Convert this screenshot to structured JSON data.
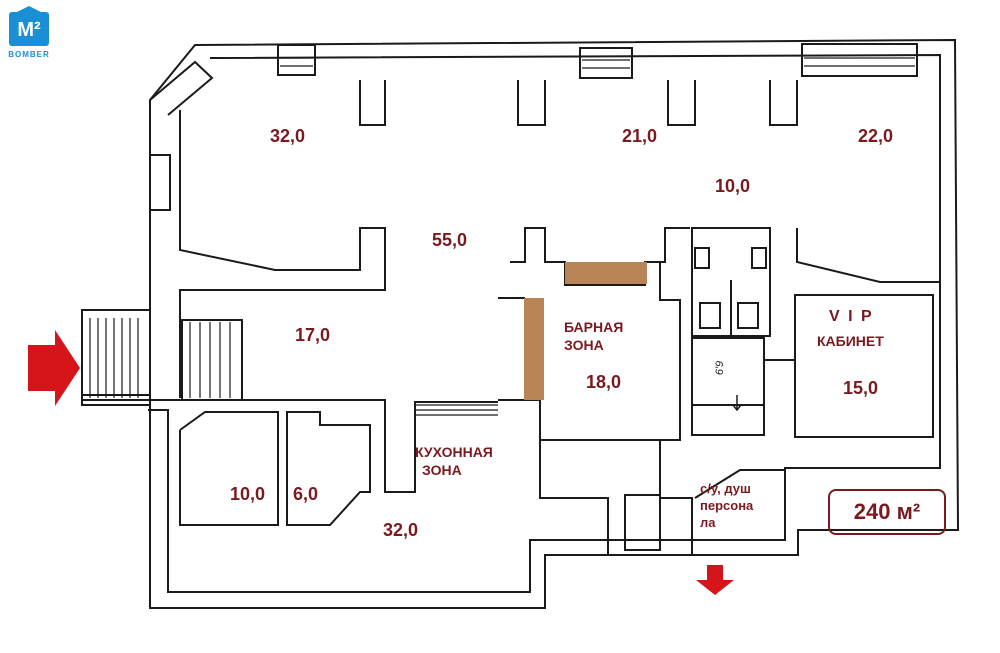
{
  "logo": {
    "mark": "M²",
    "brand": "BOMBER"
  },
  "rooms": {
    "r1": "32,0",
    "r2": "21,0",
    "r3": "22,0",
    "r4": "10,0",
    "r5": "55,0",
    "r6": "17,0",
    "bar_name_1": "БАРНАЯ",
    "bar_name_2": "ЗОНА",
    "bar_area": "18,0",
    "vip_name_1": "V I P",
    "vip_name_2": "КАБИНЕТ",
    "vip_area": "15,0",
    "kitchen_name_1": "КУХОННАЯ",
    "kitchen_name_2": "ЗОНА",
    "k1": "10,0",
    "k2": "6,0",
    "k3": "32,0",
    "staff_1": "с/у, душ",
    "staff_2": "персона",
    "staff_3": "ла",
    "shaft": "6'9"
  },
  "total": "240 м²",
  "colors": {
    "label": "#7a1a1f",
    "arrow": "#d6151b",
    "bar_counter": "#b98558",
    "logo": "#1a8fd6"
  }
}
